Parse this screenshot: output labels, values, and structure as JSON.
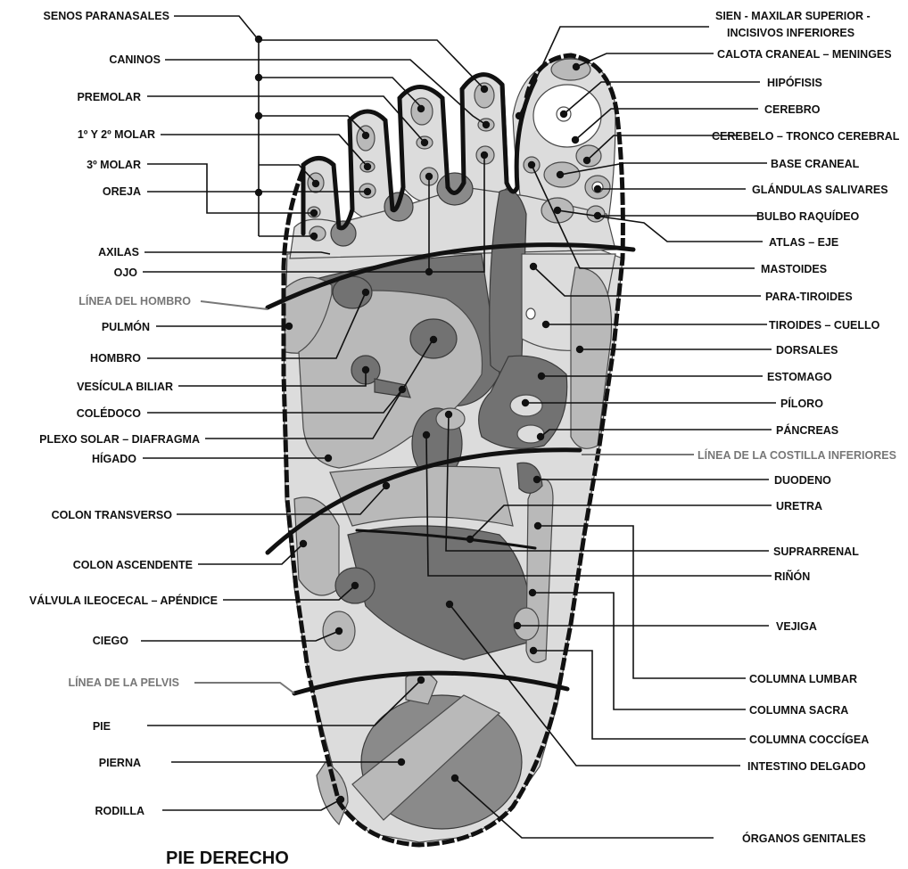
{
  "title": "PIE DERECHO",
  "labels": {
    "senos_paranasales": "SENOS PARANASALES",
    "caninos": "CANINOS",
    "premolar": "PREMOLAR",
    "molar_1_2": "1º Y 2º MOLAR",
    "molar_3": "3º MOLAR",
    "oreja": "OREJA",
    "axilas": "AXILAS",
    "ojo": "OJO",
    "linea_hombro": "LÍNEA DEL HOMBRO",
    "pulmon": "PULMÓN",
    "hombro": "HOMBRO",
    "vesicula_biliar": "VESÍCULA BILIAR",
    "coledoco": "COLÉDOCO",
    "plexo_solar": "PLEXO SOLAR – DIAFRAGMA",
    "higado": "HÍGADO",
    "colon_transverso": "COLON TRANSVERSO",
    "colon_ascendente": "COLON ASCENDENTE",
    "valvula_ileocecal": "VÁLVULA ILEOCECAL – APÉNDICE",
    "ciego": "CIEGO",
    "linea_pelvis": "LÍNEA DE LA PELVIS",
    "pie": "PIE",
    "pierna": "PIERNA",
    "rodilla": "RODILLA",
    "sien_1": "SIEN - MAXILAR SUPERIOR -",
    "sien_2": "INCISIVOS INFERIORES",
    "calota": "CALOTA CRANEAL – MENINGES",
    "hipofisis": "HIPÓFISIS",
    "cerebro": "CEREBRO",
    "cerebelo": "CEREBELO – TRONCO CEREBRAL",
    "base_craneal": "BASE CRANEAL",
    "glandulas": "GLÁNDULAS SALIVARES",
    "bulbo": "BULBO RAQUÍDEO",
    "atlas": "ATLAS – EJE",
    "mastoides": "MASTOIDES",
    "para_tiroides": "PARA-TIROIDES",
    "tiroides": "TIROIDES – CUELLO",
    "dorsales": "DORSALES",
    "estomago": "ESTOMAGO",
    "piloro": "PÍLORO",
    "pancreas": "PÁNCREAS",
    "linea_costilla": "LÍNEA DE LA COSTILLA INFERIORES",
    "duodeno": "DUODENO",
    "uretra": "URETRA",
    "suprarrenal": "SUPRARRENAL",
    "rinon": "RIÑÓN",
    "vejiga": "VEJIGA",
    "columna_lumbar": "COLUMNA LUMBAR",
    "columna_sacra": "COLUMNA SACRA",
    "columna_coccigea": "COLUMNA COCCÍGEA",
    "intestino_delgado": "INTESTINO DELGADO",
    "organos_genitales": "ÓRGANOS GENITALES"
  }
}
